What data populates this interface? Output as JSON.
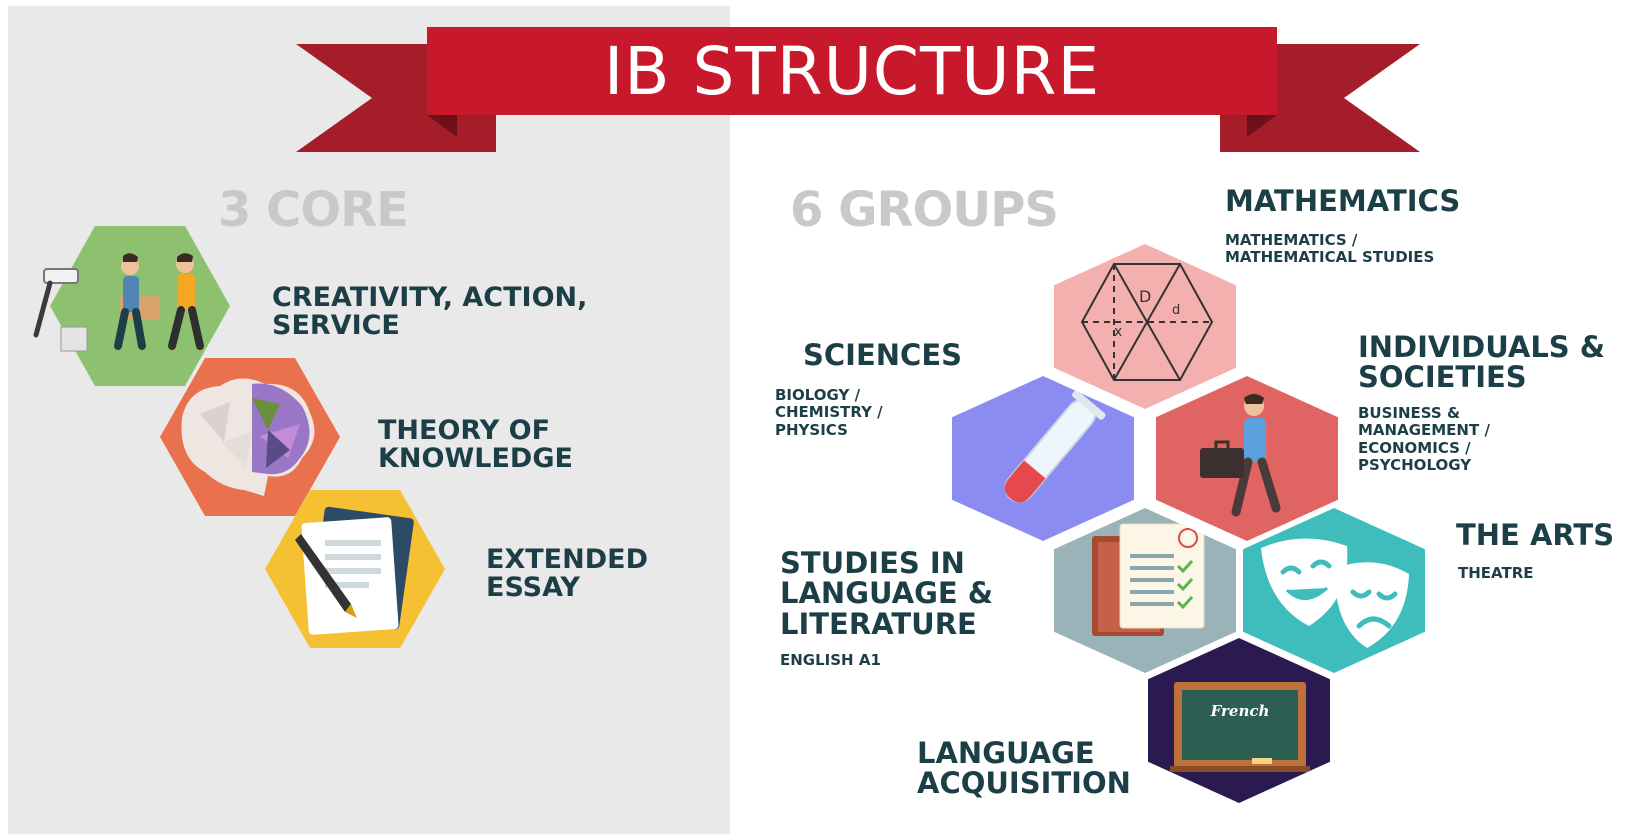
{
  "banner": {
    "title": "IB STRUCTURE"
  },
  "core": {
    "heading": "3 CORE",
    "items": [
      {
        "title": "CREATIVITY, ACTION,\nSERVICE",
        "color": "#8dc16f"
      },
      {
        "title": "THEORY OF\nKNOWLEDGE",
        "color": "#e9714d"
      },
      {
        "title": "EXTENDED\nESSAY",
        "color": "#f5c132"
      }
    ]
  },
  "groups": {
    "heading": "6 GROUPS",
    "mathematics": {
      "title": "MATHEMATICS",
      "subjects": "MATHEMATICS /\nMATHEMATICAL STUDIES",
      "color": "#f4b0ae"
    },
    "sciences": {
      "title": "SCIENCES",
      "subjects": "BIOLOGY /\nCHEMISTRY /\nPHYSICS",
      "color": "#8b8cf1"
    },
    "individuals": {
      "title": "INDIVIDUALS &\nSOCIETIES",
      "subjects": "BUSINESS &\nMANAGEMENT /\nECONOMICS /\nPSYCHOLOGY",
      "color": "#e06462"
    },
    "arts": {
      "title": "THE ARTS",
      "subjects": "THEATRE",
      "color": "#3fbdbd"
    },
    "studies": {
      "title": "STUDIES IN\nLANGUAGE &\nLITERATURE",
      "subjects": "ENGLISH A1",
      "color": "#9ab3b8"
    },
    "acquisition": {
      "title": "LANGUAGE\nACQUISITION",
      "board_text": "French",
      "color": "#2b1a4f"
    }
  },
  "colors": {
    "ribbon": "#c8192c",
    "ribbon_dark": "#a61d2a",
    "text": "#1c3f47",
    "heading": "#c9c9c9"
  }
}
